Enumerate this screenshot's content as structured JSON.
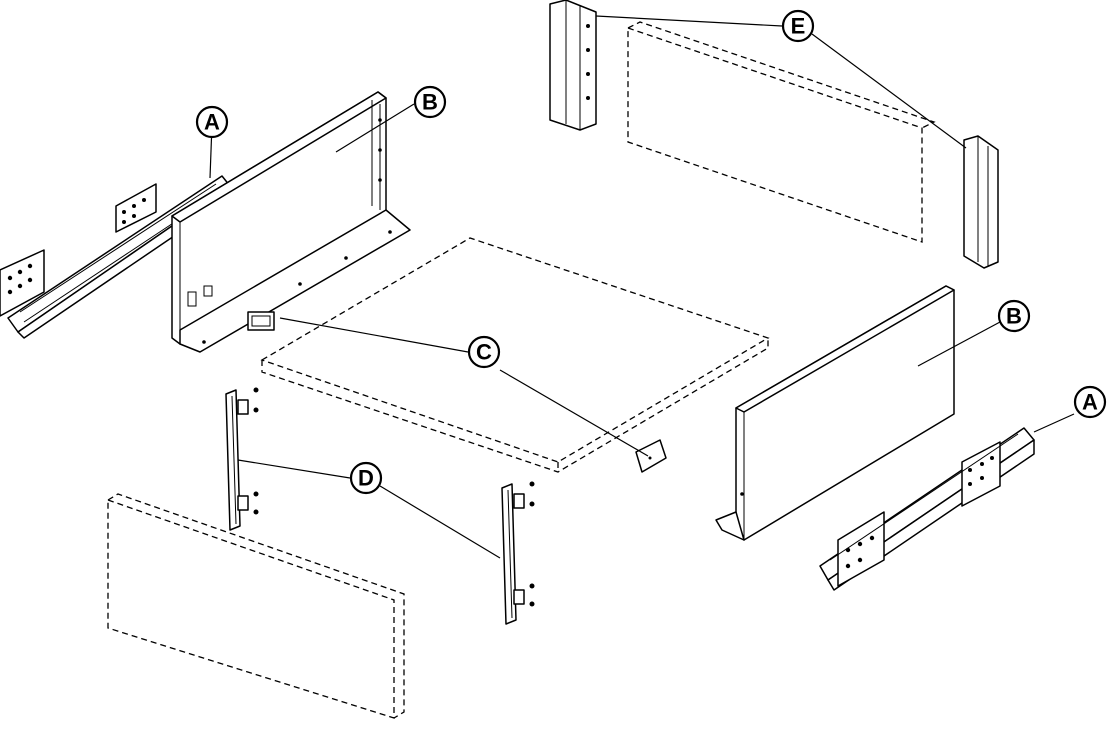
{
  "callouts": {
    "a_left": {
      "letter": "A"
    },
    "b_left": {
      "letter": "B"
    },
    "c": {
      "letter": "C"
    },
    "d": {
      "letter": "D"
    },
    "e": {
      "letter": "E"
    },
    "b_right": {
      "letter": "B"
    },
    "a_right": {
      "letter": "A"
    }
  },
  "colors": {
    "line": "#000000",
    "background": "#ffffff"
  }
}
